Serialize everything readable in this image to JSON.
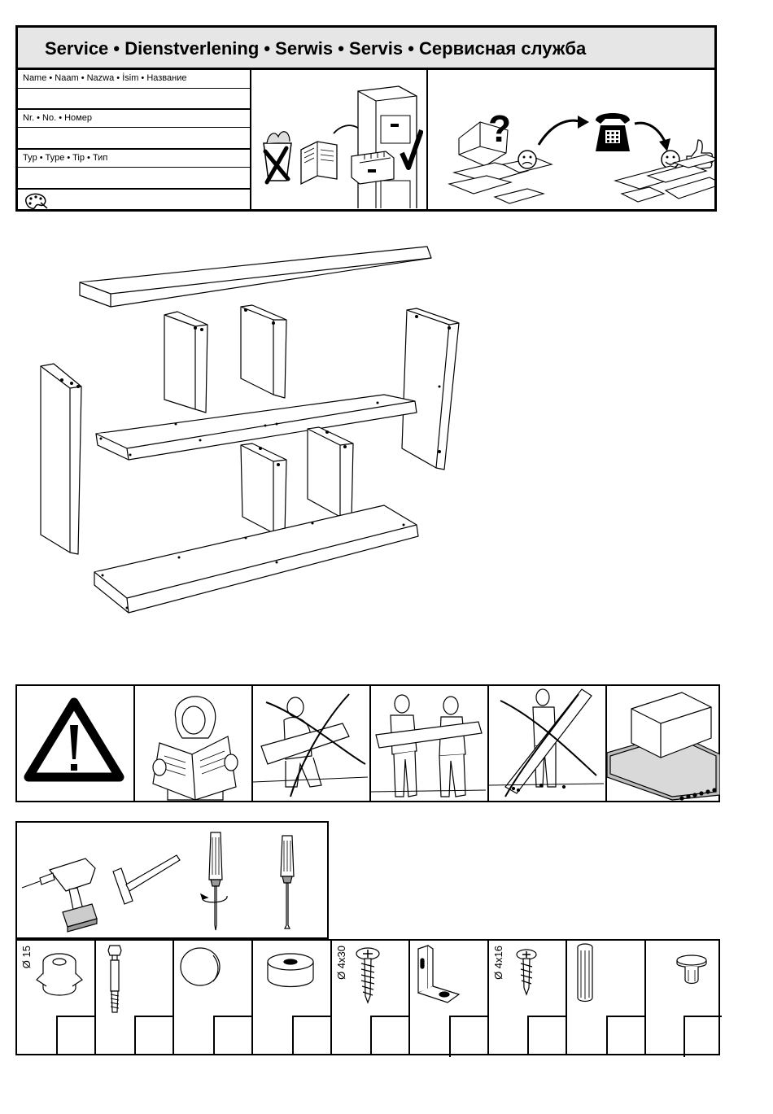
{
  "service": {
    "title": "Service • Dienstverlening • Serwis • Servis • Сервисная служба",
    "fields": [
      {
        "label": "Name • Naam • Nazwa • İsim • Название"
      },
      {
        "label": "Nr. • No. • Номер"
      },
      {
        "label": "Typ • Type • Tip • Тип"
      }
    ],
    "palette_icon": "palette-icon",
    "storage_icons": [
      "crossed-bin-icon",
      "manual-icon",
      "file-cabinet-icon",
      "checkmark-icon"
    ],
    "contact_icons": [
      "question-mark-icon",
      "sad-face-icon",
      "telephone-icon",
      "smiley-face-icon",
      "thumbs-up-icon"
    ]
  },
  "warnings": {
    "icons": [
      "warning-triangle-icon",
      "reading-manual-icon",
      "one-person-lifting-crossed-icon",
      "two-people-carrying-icon",
      "upright-panel-crossed-icon",
      "assemble-on-carpet-icon"
    ]
  },
  "tools": {
    "icons": [
      "drill-icon",
      "hammer-icon",
      "phillips-screwdriver-icon",
      "flat-screwdriver-icon"
    ]
  },
  "hardware": [
    {
      "icon": "cam-lock-icon",
      "label": "Ø 15"
    },
    {
      "icon": "cam-bolt-icon",
      "label": ""
    },
    {
      "icon": "cover-cap-icon",
      "label": ""
    },
    {
      "icon": "spacer-ring-icon",
      "label": ""
    },
    {
      "icon": "screw-4x30-icon",
      "label": "Ø 4x30"
    },
    {
      "icon": "angle-bracket-icon",
      "label": ""
    },
    {
      "icon": "screw-4x16-icon",
      "label": "Ø 4x16"
    },
    {
      "icon": "wooden-dowel-icon",
      "label": ""
    },
    {
      "icon": "shelf-pin-icon",
      "label": ""
    }
  ]
}
